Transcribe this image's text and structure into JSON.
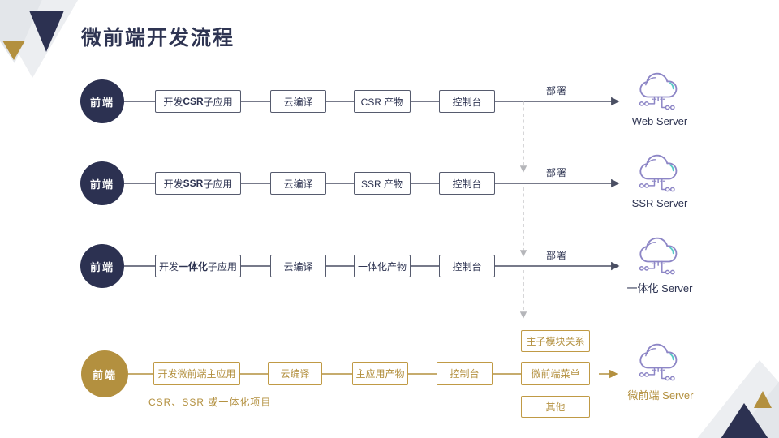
{
  "title": "微前端开发流程",
  "colors": {
    "navy": "#2c3151",
    "gold": "#b3903f",
    "gold_border": "#c09a45",
    "line": "#4a4f63",
    "dashed": "#bfc0c3",
    "cloud_purple": "#8d86c6",
    "cloud_teal": "#56cac6",
    "triangle_gray": "#eceef1"
  },
  "rows": [
    {
      "actor": "前端",
      "dev_step": {
        "pre": "开发 ",
        "bold": "CSR",
        "post": " 子应用"
      },
      "steps": [
        "云编译",
        "CSR 产物",
        "控制台"
      ],
      "deploy_label": "部署",
      "server_icon": "cloud-server-icon",
      "server_label": "Web Server"
    },
    {
      "actor": "前端",
      "dev_step": {
        "pre": "开发 ",
        "bold": "SSR",
        "post": " 子应用"
      },
      "steps": [
        "云编译",
        "SSR 产物",
        "控制台"
      ],
      "deploy_label": "部署",
      "server_icon": "cloud-server-icon",
      "server_label": "SSR Server"
    },
    {
      "actor": "前端",
      "dev_step": {
        "pre": "开发 ",
        "bold": "一体化",
        "post": " 子应用"
      },
      "steps": [
        "云编译",
        "一体化产物",
        "控制台"
      ],
      "deploy_label": "部署",
      "server_icon": "cloud-server-icon",
      "server_label": "一体化 Server"
    },
    {
      "actor": "前端",
      "dev_step": {
        "pre": "开发微前端主应用",
        "bold": "",
        "post": ""
      },
      "steps": [
        "云编译",
        "主应用产物",
        "控制台"
      ],
      "outputs": [
        "主子模块关系",
        "微前端菜单",
        "其他"
      ],
      "note": "CSR、SSR 或一体化项目",
      "server_icon": "cloud-server-icon",
      "server_label": "微前端 Server"
    }
  ]
}
